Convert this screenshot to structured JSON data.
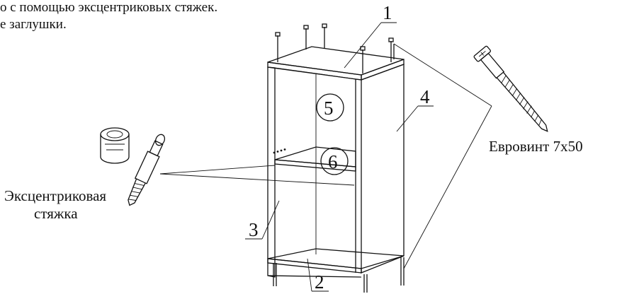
{
  "instructions": {
    "line1": "о  с помощью эксцентриковых стяжек.",
    "line2": "е заглушки."
  },
  "labels": {
    "part_1": "1",
    "part_2": "2",
    "part_3": "3",
    "part_4": "4",
    "part_5": "5",
    "part_6": "6",
    "eurobolt": "Евровинт 7х50",
    "cam_line1": "Эксцентриковая",
    "cam_line2": "стяжка"
  }
}
